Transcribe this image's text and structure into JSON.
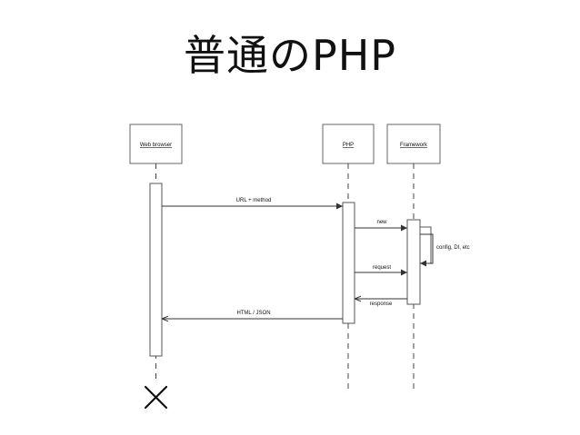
{
  "slide": {
    "title": "普通のPHP"
  },
  "diagram": {
    "participants": {
      "browser": "Web browser",
      "php": "PHP",
      "framework": "Framework"
    },
    "messages": {
      "url_method": "URL + method",
      "new": "new",
      "config": "config, DI, etc",
      "request": "request",
      "response": "response",
      "html_json": "HTML / JSON"
    }
  },
  "colors": {
    "line": "#333333",
    "box_border": "#555555",
    "background": "#ffffff"
  }
}
